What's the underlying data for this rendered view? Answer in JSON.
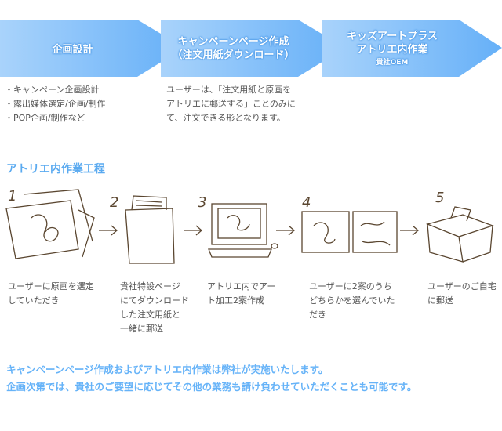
{
  "flow": [
    {
      "title": "企画設計",
      "items": [
        "・キャンペーン企画設計",
        "・露出媒体選定/企画/制作",
        "・POP企画/制作など"
      ]
    },
    {
      "title_line1": "キャンペーンページ作成",
      "title_line2": "（注文用紙ダウンロード）",
      "description": [
        "ユーザーは、「注文用紙と原画を",
        "アトリエに郵送する」ことのみに",
        "て、注文できる形となります。"
      ]
    },
    {
      "title_line1": "キッズアートプラス",
      "title_line2": "アトリエ内作業",
      "subtitle": "貴社OEM"
    }
  ],
  "process_heading": "アトリエ内作業工程",
  "steps": [
    {
      "num": "1",
      "lines": [
        "ユーザーに原画を選定",
        "していただき"
      ]
    },
    {
      "num": "2",
      "lines": [
        "貴社特設ページ",
        "にてダウンロード",
        "した注文用紙と",
        "一緒に郵送"
      ]
    },
    {
      "num": "3",
      "lines": [
        "アトリエ内でアー",
        "ト加工2案作成"
      ]
    },
    {
      "num": "4",
      "lines": [
        "ユーザーに2案のうち",
        "どちらかを選んでいた",
        "だき"
      ]
    },
    {
      "num": "5",
      "lines": [
        "ユーザーのご自宅",
        "に郵送"
      ]
    }
  ],
  "footer": [
    "キャンペーンページ作成およびアトリエ内作業は弊社が実施いたします。",
    "企画次第では、貴社のご要望に応じてその他の業務も請け負わせていただくことも可能です。"
  ]
}
